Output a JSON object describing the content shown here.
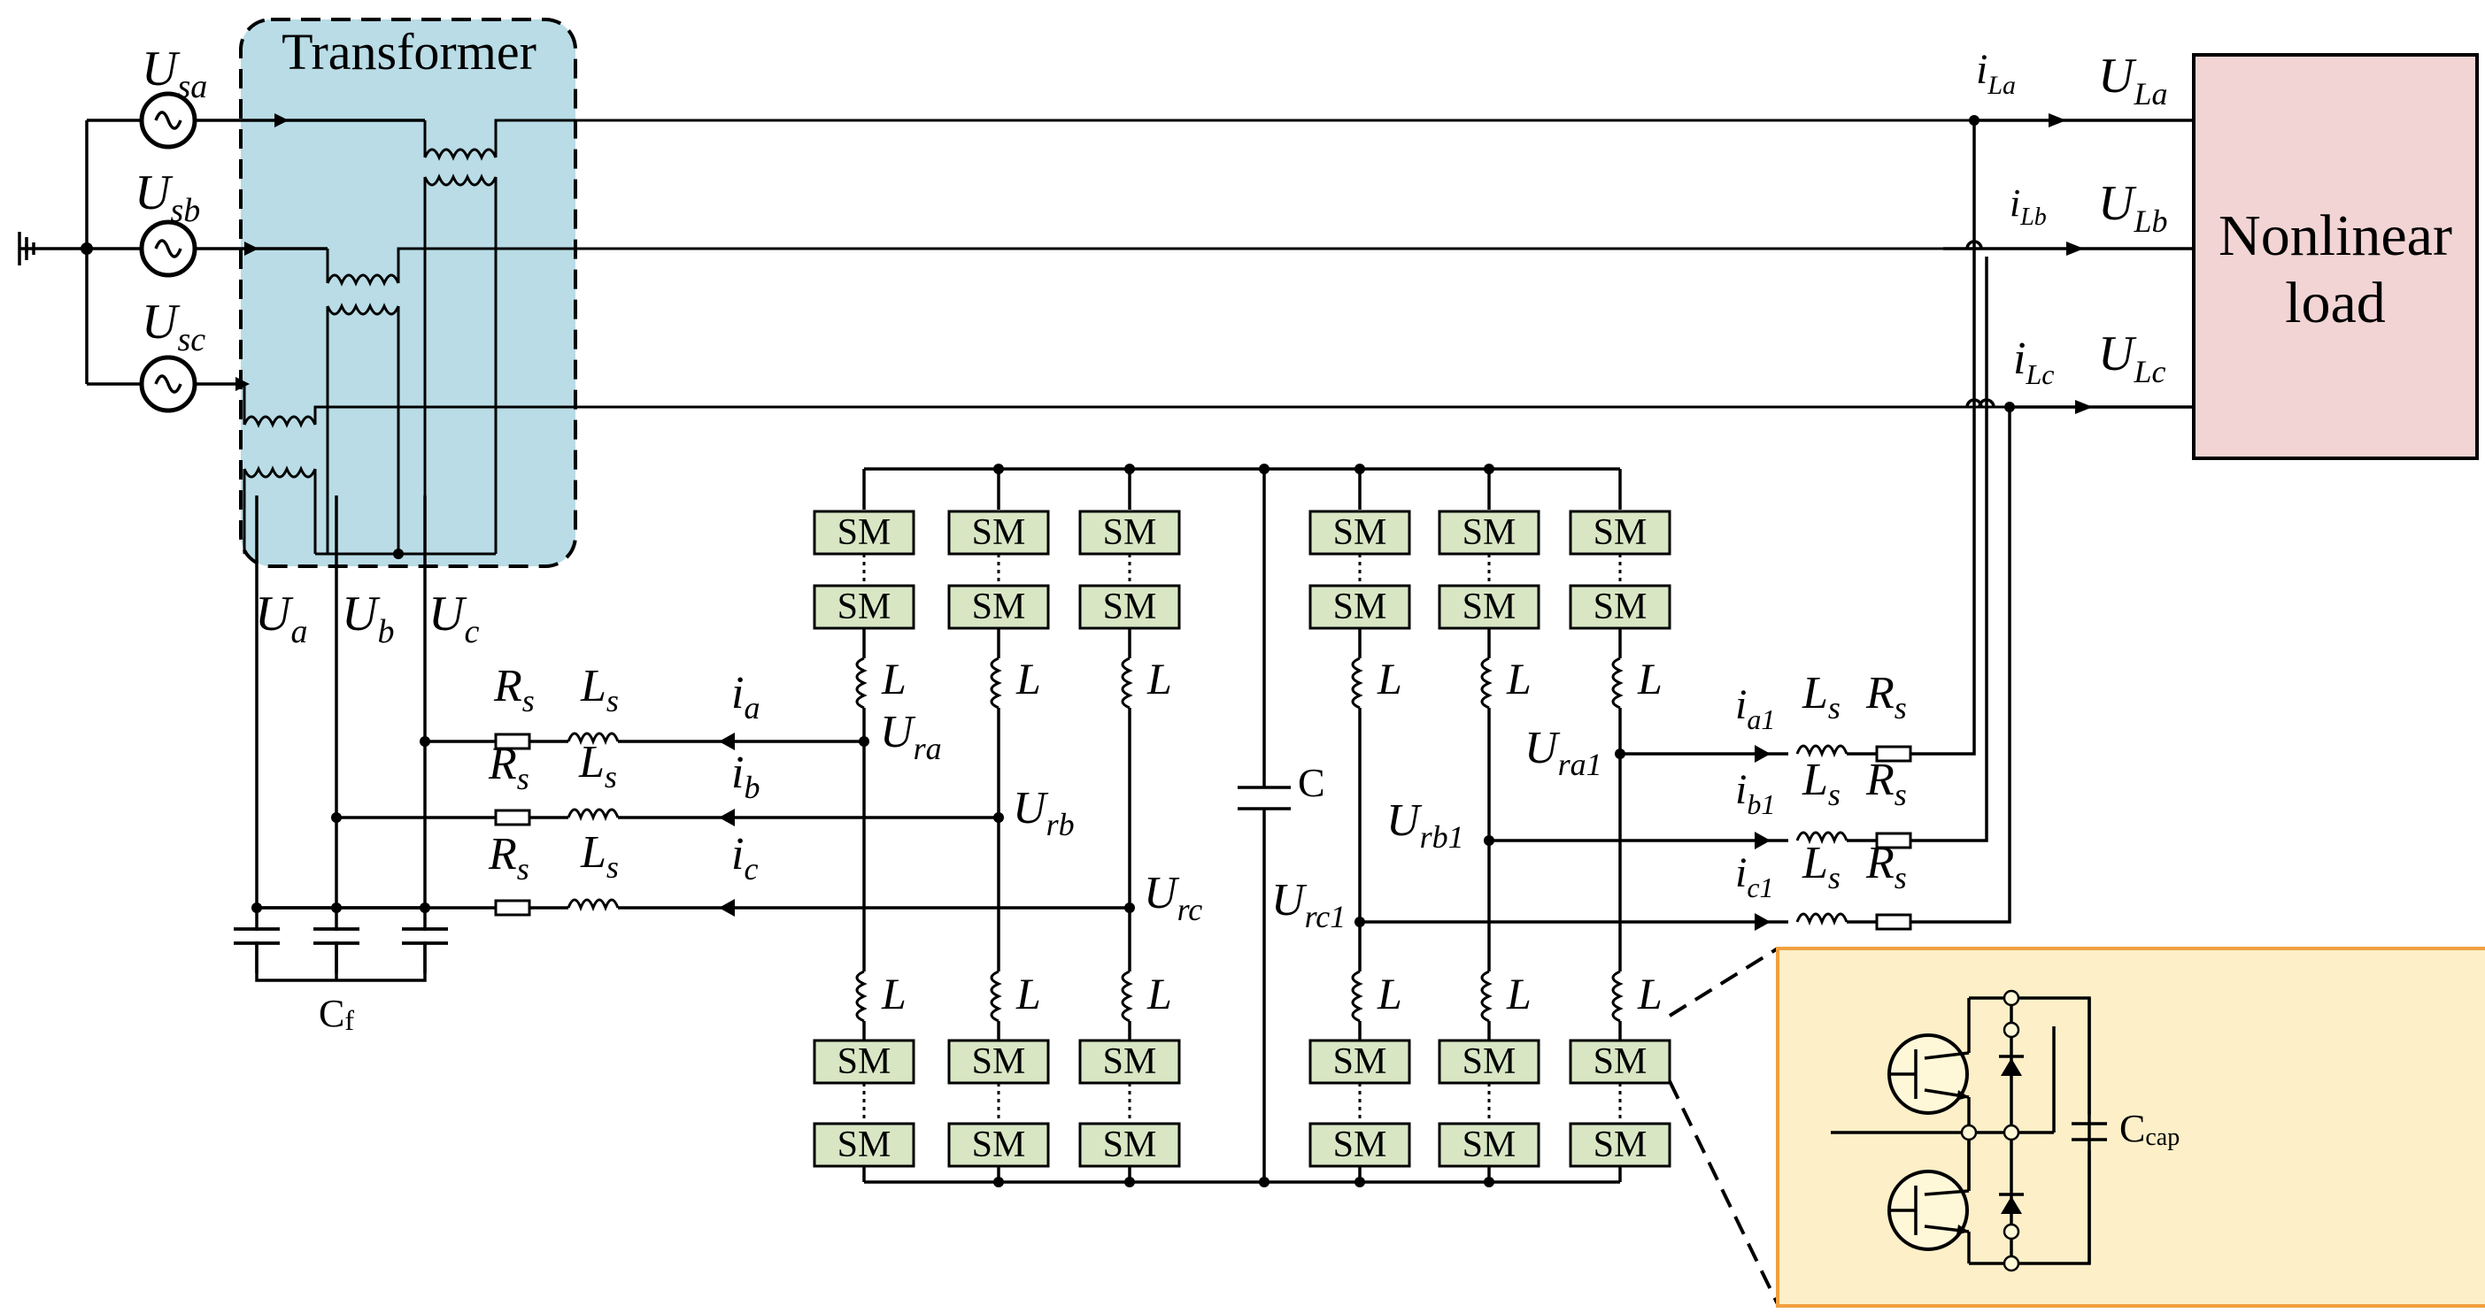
{
  "transformer": {
    "label": "Transformer",
    "fill": "#b9dce6"
  },
  "sources": {
    "a": {
      "main": "U",
      "sub": "sa"
    },
    "b": {
      "main": "U",
      "sub": "sb"
    },
    "c": {
      "main": "U",
      "sub": "sc"
    }
  },
  "phase_voltages": {
    "a": {
      "main": "U",
      "sub": "a"
    },
    "b": {
      "main": "U",
      "sub": "b"
    },
    "c": {
      "main": "U",
      "sub": "c"
    }
  },
  "load": {
    "line1": "Nonlinear",
    "line2": "load",
    "fill": "#f2d4d4"
  },
  "load_currents": {
    "a": {
      "main": "i",
      "sub": "La"
    },
    "b": {
      "main": "i",
      "sub": "Lb"
    },
    "c": {
      "main": "i",
      "sub": "Lc"
    }
  },
  "load_voltages": {
    "a": {
      "main": "U",
      "sub": "La"
    },
    "b": {
      "main": "U",
      "sub": "Lb"
    },
    "c": {
      "main": "U",
      "sub": "Lc"
    }
  },
  "filter_cap": {
    "main": "C",
    "sub": "f"
  },
  "left_branch": {
    "resistor": {
      "main": "R",
      "sub": "s"
    },
    "inductor": {
      "main": "L",
      "sub": "s"
    },
    "currents": [
      {
        "main": "i",
        "sub": "a"
      },
      {
        "main": "i",
        "sub": "b"
      },
      {
        "main": "i",
        "sub": "c"
      }
    ]
  },
  "right_branch": {
    "resistor": {
      "main": "R",
      "sub": "s"
    },
    "inductor": {
      "main": "L",
      "sub": "s"
    },
    "currents": [
      {
        "main": "i",
        "sub": "a1"
      },
      {
        "main": "i",
        "sub": "b1"
      },
      {
        "main": "i",
        "sub": "c1"
      }
    ]
  },
  "converter": {
    "sm_label": "SM",
    "sm_fill": "#d8e6c4",
    "arm_inductor": "L",
    "dc_cap": "C",
    "left_voltages": [
      {
        "main": "U",
        "sub": "ra"
      },
      {
        "main": "U",
        "sub": "rb"
      },
      {
        "main": "U",
        "sub": "rc"
      }
    ],
    "right_voltages": [
      {
        "main": "U",
        "sub": "ra1"
      },
      {
        "main": "U",
        "sub": "rb1"
      },
      {
        "main": "U",
        "sub": "rc1"
      }
    ]
  },
  "submodule_detail": {
    "cap_main": "C",
    "cap_sub": "cap",
    "fill": "#fdefc8",
    "border": "#f0a040"
  }
}
